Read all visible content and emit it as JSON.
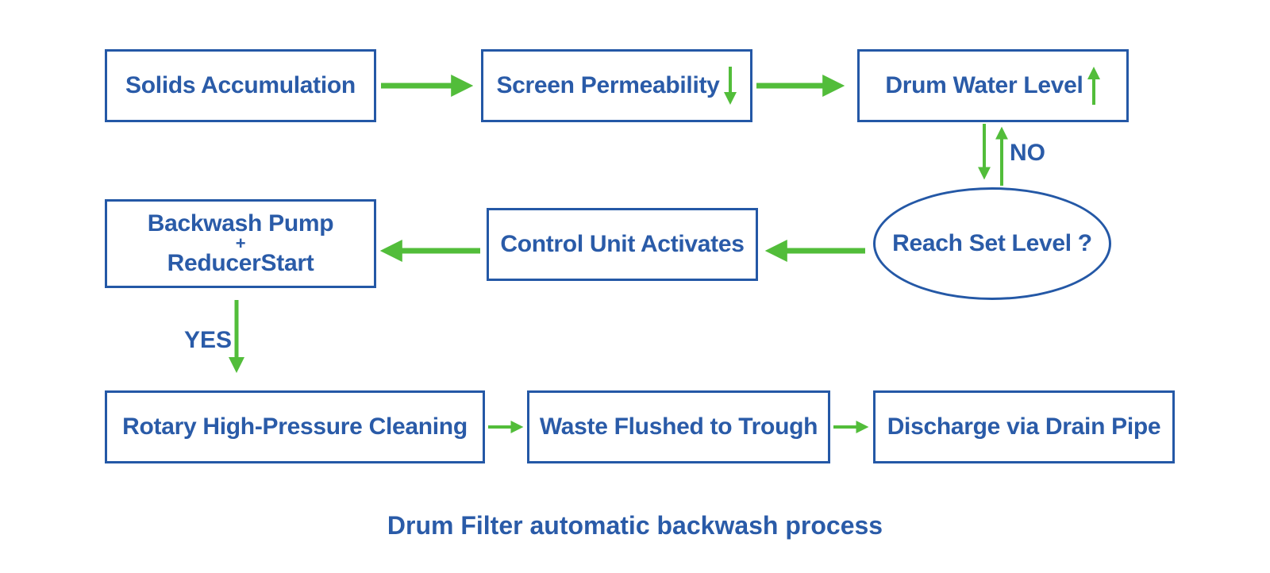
{
  "colors": {
    "node_border": "#2458a6",
    "text": "#2a5ba8",
    "arrow": "#52bd3a"
  },
  "nodes": {
    "solids": "Solids Accumulation",
    "screen": "Screen Permeability",
    "drum": "Drum Water Level",
    "reach": "Reach Set Level ?",
    "control": "Control Unit Activates",
    "backwash_line1": "Backwash Pump",
    "backwash_plus": "+",
    "backwash_line2": "ReducerStart",
    "rotary": "Rotary High-Pressure Cleaning",
    "waste": "Waste Flushed to Trough",
    "discharge": "Discharge via Drain Pipe"
  },
  "labels": {
    "no": "NO",
    "yes": "YES"
  },
  "caption": "Drum Filter automatic backwash process",
  "icons": {
    "screen_indicator": "arrow-down-icon",
    "drum_indicator": "arrow-up-icon"
  }
}
